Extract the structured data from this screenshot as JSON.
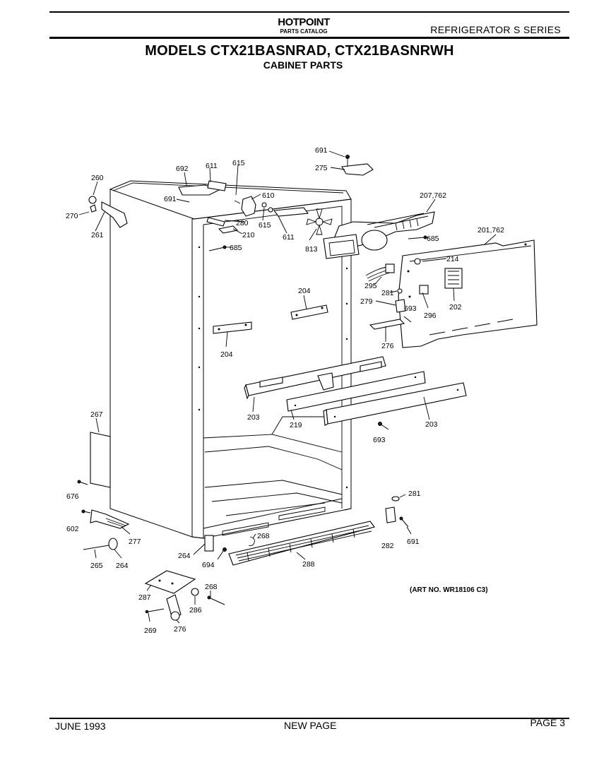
{
  "header": {
    "brand": "HOTPOINT",
    "brand_sub": "PARTS CATALOG",
    "series": "REFRIGERATOR S SERIES"
  },
  "title": {
    "models": "MODELS CTX21BASNRAD, CTX21BASNRWH",
    "section": "CABINET PARTS"
  },
  "art_number": "(ART NO. WR18106 C3)",
  "footer": {
    "date": "JUNE 1993",
    "note": "NEW PAGE",
    "page": "PAGE 3"
  },
  "callouts": {
    "c691_top": "691",
    "c275": "275",
    "c207_762": "207,762",
    "c260_top": "260",
    "c692": "692",
    "c611_a": "611",
    "c615_a": "615",
    "c610": "610",
    "c691_mid": "691",
    "c270": "270",
    "c280": "280",
    "c615_b": "615",
    "c210": "210",
    "c611_b": "611",
    "c813": "813",
    "c685_b": "685",
    "c201_762": "201,762",
    "c261": "261",
    "c685_a": "685",
    "c214": "214",
    "c295": "295",
    "c204_r": "204",
    "c281_mid": "281",
    "c279": "279",
    "c693_mid": "693",
    "c296": "296",
    "c202": "202",
    "c276_mid": "276",
    "c204_l": "204",
    "c203_l": "203",
    "c219": "219",
    "c203_r": "203",
    "c693_low": "693",
    "c267": "267",
    "c281_low": "281",
    "c676": "676",
    "c602": "602",
    "c277": "277",
    "c268_a": "268",
    "c282": "282",
    "c691_low": "691",
    "c265": "265",
    "c264_a": "264",
    "c264_b": "264",
    "c694": "694",
    "c288": "288",
    "c287": "287",
    "c268_b": "268",
    "c286": "286",
    "c269": "269",
    "c276_low": "276"
  }
}
